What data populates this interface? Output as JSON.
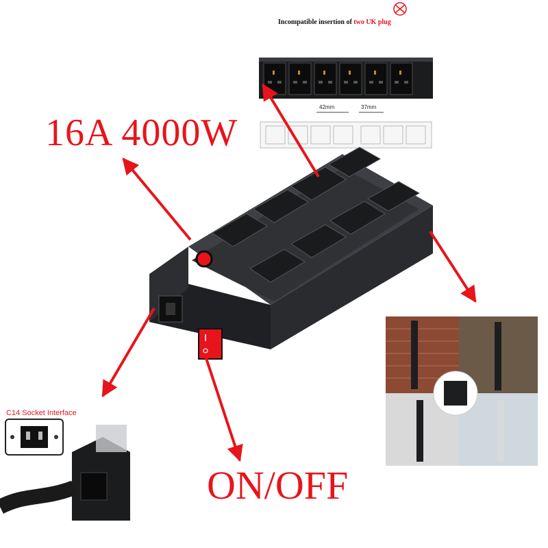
{
  "headline": "16A 4000W",
  "switch_label": "ON/OFF",
  "warning": {
    "prefix": "Incompatible insertion of ",
    "highlight": "two UK plug"
  },
  "c14_label": "C14 Socket Interface",
  "dimensions": {
    "socket_width": "42mm",
    "socket_pitch": "37mm"
  },
  "colors": {
    "accent_red": "#e8141b",
    "body_dark": "#2b2d31",
    "face": "#3a3c40"
  },
  "icons": [
    "no-symbol-icon",
    "arrow-icon"
  ]
}
